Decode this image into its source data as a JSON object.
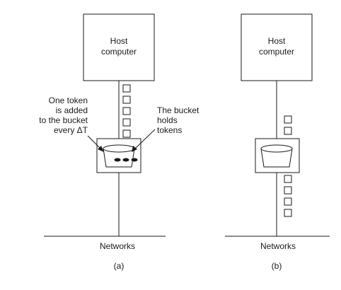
{
  "panels": {
    "a": {
      "host_line1": "Host",
      "host_line2": "computer",
      "networks_label": "Networks",
      "caption": "(a)",
      "token_added_lines": [
        "One token",
        "is added",
        "to the bucket",
        "every ΔT"
      ],
      "bucket_holds_lines": [
        "The bucket",
        "holds",
        "tokens"
      ],
      "packets_above": 5,
      "packets_below": 0,
      "tokens_in_bucket": 3
    },
    "b": {
      "host_line1": "Host",
      "host_line2": "computer",
      "networks_label": "Networks",
      "caption": "(b)",
      "packets_above": 2,
      "packets_below": 4,
      "tokens_in_bucket": 0
    }
  },
  "colors": {
    "stroke": "#1a1a1a",
    "background": "#ffffff"
  }
}
